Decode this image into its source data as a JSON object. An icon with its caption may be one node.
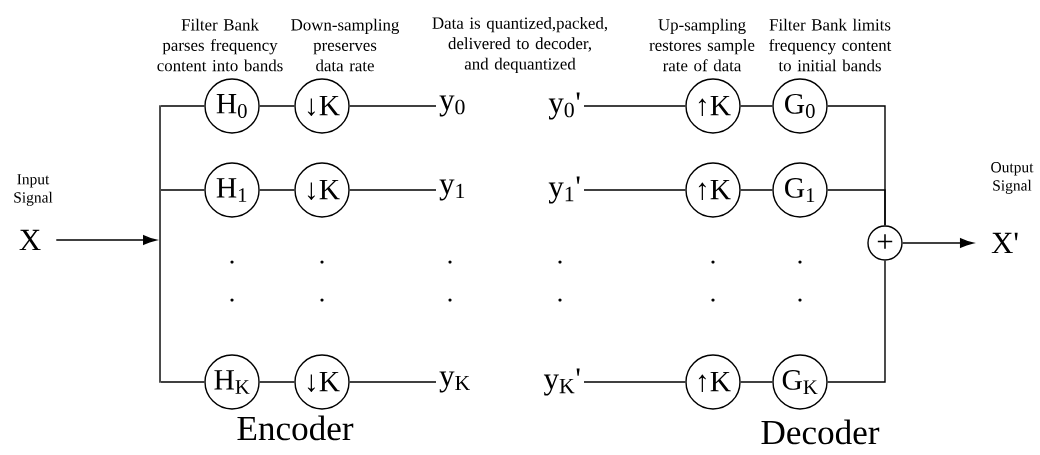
{
  "diagram": {
    "nodes": [
      {
        "text": [
          "X"
        ],
        "beside": [
          "Input Signal"
        ]
      },
      {
        "text": [
          "H$_{0}$"
        ]
      },
      {
        "text": [
          "↓K"
        ]
      },
      {
        "text": [
          "y$_{0}$"
        ]
      },
      {
        "text": [
          "H$_{1}$"
        ]
      },
      {
        "text": [
          "↓K"
        ]
      },
      {
        "text": [
          "y$_{1}$"
        ]
      },
      {
        "text": [
          "H$_{K}$"
        ]
      },
      {
        "text": [
          "↓K"
        ]
      },
      {
        "text": [
          "y$_{K}$"
        ]
      },
      {
        "text": [
          "y$_{0}$'"
        ]
      },
      {
        "text": [
          "↑K"
        ]
      },
      {
        "text": [
          "G$_{0}$"
        ]
      },
      {
        "text": [
          "y$_{1}$'"
        ]
      },
      {
        "text": [
          "↑K"
        ]
      },
      {
        "text": [
          "G$_{1}$"
        ]
      },
      {
        "text": [
          "y$_{K}$'"
        ]
      },
      {
        "text": [
          "↑K"
        ]
      },
      {
        "text": [
          "G$_{K}$"
        ]
      },
      {
        "text": [
          "+"
        ]
      },
      {
        "text": [
          "X'"
        ],
        "beside": [
          "Output Signal"
        ]
      },
      {
        "text": [],
        "shape": "bar"
      }
    ],
    "edges": [
      {
        "from": 0,
        "to": 21,
        "arrow": "to"
      },
      {
        "from": 21,
        "to": 1,
        "arrow": "none"
      },
      {
        "from": 21,
        "to": 4,
        "arrow": "none"
      },
      {
        "from": 21,
        "to": 7,
        "arrow": "none"
      },
      {
        "from": 1,
        "to": 2,
        "arrow": "none"
      },
      {
        "from": 2,
        "to": 3,
        "arrow": "none"
      },
      {
        "from": 4,
        "to": 5,
        "arrow": "none"
      },
      {
        "from": 5,
        "to": 6,
        "arrow": "none"
      },
      {
        "from": 7,
        "to": 8,
        "arrow": "none"
      },
      {
        "from": 8,
        "to": 9,
        "arrow": "none"
      },
      {
        "from": 10,
        "to": 11,
        "arrow": "none"
      },
      {
        "from": 11,
        "to": 12,
        "arrow": "none"
      },
      {
        "from": 13,
        "to": 14,
        "arrow": "none"
      },
      {
        "from": 14,
        "to": 15,
        "arrow": "none"
      },
      {
        "from": 16,
        "to": 17,
        "arrow": "none"
      },
      {
        "from": 17,
        "to": 18,
        "arrow": "none"
      },
      {
        "from": 12,
        "to": 19,
        "arrow": "none"
      },
      {
        "from": 15,
        "to": 19,
        "arrow": "none"
      },
      {
        "from": 18,
        "to": 19,
        "arrow": "none"
      },
      {
        "from": 19,
        "to": 20,
        "arrow": "to"
      }
    ],
    "labels": [
      "Filter Bank parses frequency content into bands",
      "Down-sampling preserves data rate",
      "Data is quantized,packed, delivered to decoder, and dequantized",
      "Up-sampling restores sample rate of data",
      "Filter Bank limits frequency content to initial bands",
      "Encoder",
      "Decoder"
    ]
  }
}
